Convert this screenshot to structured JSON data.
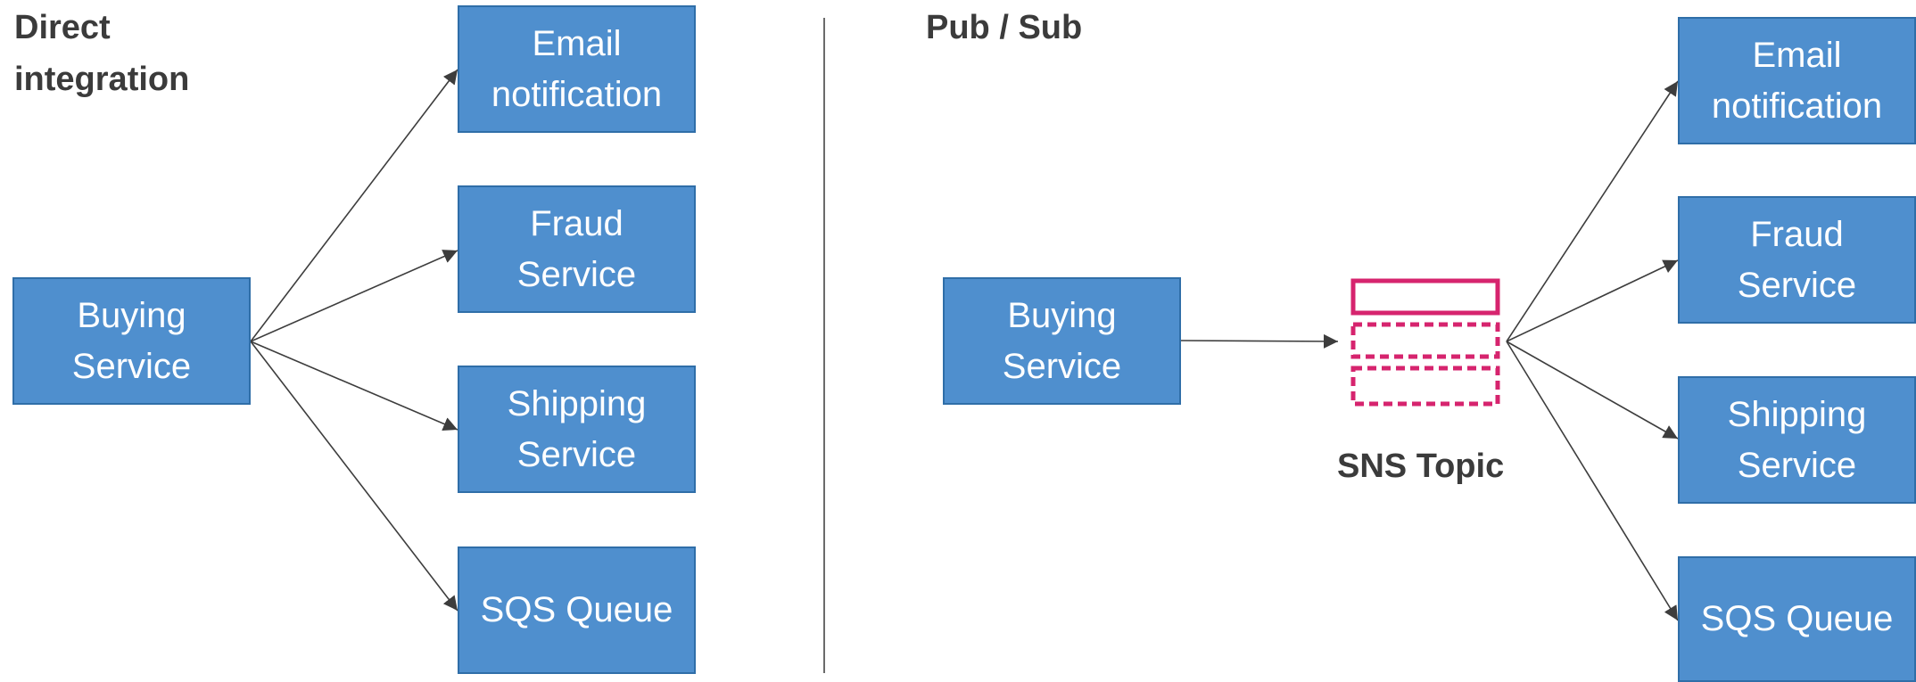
{
  "left": {
    "heading_line1": "Direct",
    "heading_line2": "integration",
    "source": {
      "line1": "Buying",
      "line2": "Service"
    },
    "targets": [
      {
        "line1": "Email",
        "line2": "notification"
      },
      {
        "line1": "Fraud",
        "line2": "Service"
      },
      {
        "line1": "Shipping",
        "line2": "Service"
      },
      {
        "line1": "SQS Queue",
        "line2": ""
      }
    ]
  },
  "right": {
    "heading": "Pub / Sub",
    "source": {
      "line1": "Buying",
      "line2": "Service"
    },
    "topic_label": "SNS Topic",
    "topic_color": "#d6246e",
    "targets": [
      {
        "line1": "Email",
        "line2": "notification"
      },
      {
        "line1": "Fraud",
        "line2": "Service"
      },
      {
        "line1": "Shipping",
        "line2": "Service"
      },
      {
        "line1": "SQS Queue",
        "line2": ""
      }
    ]
  },
  "colors": {
    "box_fill": "#4f8fce",
    "box_border": "#2f6ea8",
    "arrow": "#3d3d3d"
  }
}
